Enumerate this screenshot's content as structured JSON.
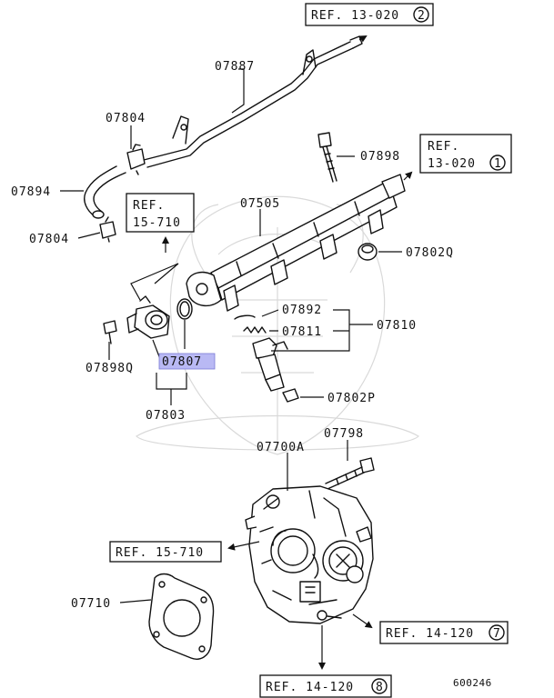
{
  "parts": {
    "p07887": "07887",
    "p07804a": "07804",
    "p07894": "07894",
    "p07804b": "07804",
    "p07898q": "07898Q",
    "p07807": "07807",
    "p07803": "07803",
    "p07898": "07898",
    "p07505": "07505",
    "p07802q": "07802Q",
    "p07892": "07892",
    "p07811": "07811",
    "p07810": "07810",
    "p07802p": "07802P",
    "p07798": "07798",
    "p07700a": "07700A",
    "p07710": "07710"
  },
  "refs": {
    "r13020_2": {
      "text": "REF. 13-020",
      "circle": "2"
    },
    "r13020_1_line1": "REF.",
    "r13020_1_line2": "13-020",
    "r13020_1_circle": "1",
    "r15710_a_line1": "REF.",
    "r15710_a_line2": "15-710",
    "r15710_b": "REF. 15-710",
    "r14120_7": {
      "text": "REF. 14-120",
      "circle": "7"
    },
    "r14120_8": {
      "text": "REF. 14-120",
      "circle": "8"
    }
  },
  "diagram_id": "600246",
  "colors": {
    "line": "#111111",
    "highlight": "#b9b9f4",
    "watermark": "#d9d9d9"
  }
}
